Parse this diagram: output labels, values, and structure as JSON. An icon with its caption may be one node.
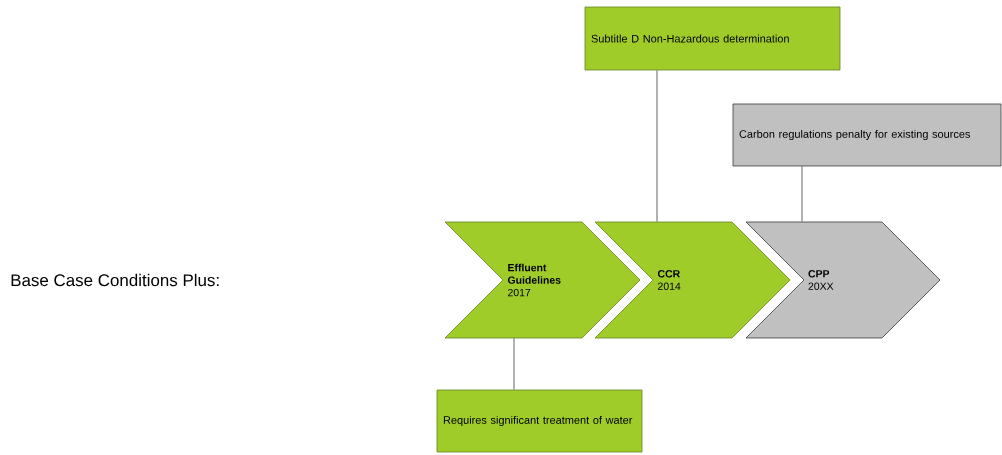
{
  "diagram": {
    "nodes": [
      {
        "text": [
          "Subtitle D Non-Hazardous determination"
        ]
      },
      {
        "text": [
          "Carbon regulations penalty for existing sources"
        ]
      },
      {
        "text": [
          "Effluent Guidelines",
          "2017"
        ]
      },
      {
        "text": [
          "CCR",
          "2014"
        ]
      },
      {
        "text": [
          "CPP",
          "20XX"
        ]
      },
      {
        "text": [
          "Requires significant treatment of water"
        ]
      }
    ],
    "edges": [
      {
        "from": 0,
        "to": 3,
        "arrow": "none"
      },
      {
        "from": 1,
        "to": 4,
        "arrow": "none"
      },
      {
        "from": 5,
        "to": 2,
        "arrow": "none"
      }
    ],
    "labels": [
      "Base Case Conditions Plus:"
    ]
  }
}
